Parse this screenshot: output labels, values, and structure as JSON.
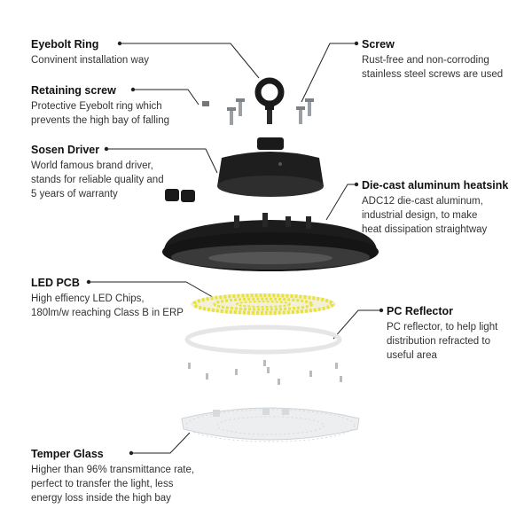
{
  "callouts": {
    "eyebolt_ring": {
      "title": "Eyebolt Ring",
      "desc": [
        "Convinent installation way"
      ]
    },
    "retaining_screw": {
      "title": "Retaining screw",
      "desc": [
        "Protective Eyebolt ring which",
        "prevents the high bay of falling"
      ]
    },
    "sosen_driver": {
      "title": "Sosen Driver",
      "desc": [
        "World famous brand driver,",
        "stands for reliable quality and",
        "5 years of warranty"
      ]
    },
    "led_pcb": {
      "title": "LED PCB",
      "desc": [
        "High effiency LED Chips,",
        "180lm/w reaching Class B in ERP"
      ]
    },
    "temper_glass": {
      "title": "Temper Glass",
      "desc": [
        "Higher than 96% transmittance rate,",
        "perfect to transfer the light, less",
        "energy loss inside the high bay"
      ]
    },
    "screw": {
      "title": "Screw",
      "desc": [
        "Rust-free and non-corroding",
        "stainless steel screws are used"
      ]
    },
    "heatsink": {
      "title": "Die-cast aluminum heatsink",
      "desc": [
        "ADC12 die-cast aluminum,",
        "industrial design, to make",
        "heat dissipation straightway"
      ]
    },
    "pc_reflector": {
      "title": "PC Reflector",
      "desc": [
        "PC reflector, to help light",
        "distribution refracted to",
        "useful area"
      ]
    }
  },
  "colors": {
    "housing": "#1c1c1c",
    "housing_edge": "#333333",
    "led": "#e8e23a",
    "glass": "#e6e8ea",
    "line": "#222222",
    "screw": "#b8bcc0"
  }
}
